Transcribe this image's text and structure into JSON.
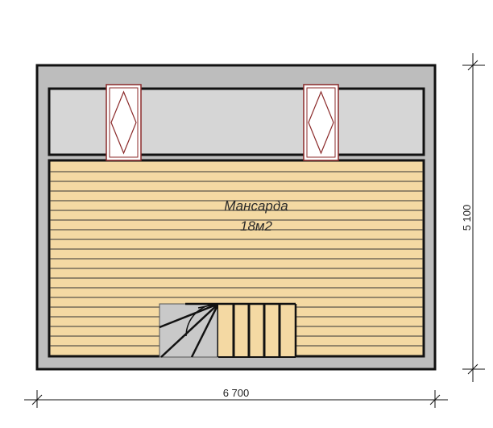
{
  "room": {
    "name": "Мансарда",
    "area": "18м2"
  },
  "dimensions": {
    "width": "6 700",
    "depth": "5 100"
  },
  "colors": {
    "outer_wall": "#bdbdbd",
    "inner_strip": "#d6d6d6",
    "floor": "#f4d9a3",
    "floor_lines": "#333333",
    "stair_landing": "#c9c9c9",
    "window_frame": "#8b2a2a",
    "line": "#111111"
  },
  "icons": {
    "stair": "winder-staircase-icon",
    "window": "dormer-window-icon"
  }
}
